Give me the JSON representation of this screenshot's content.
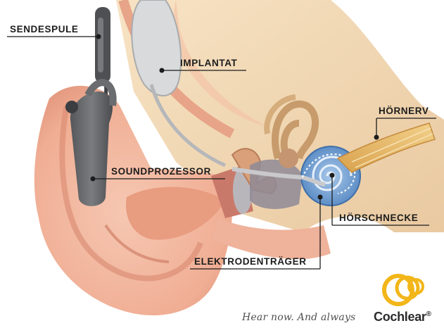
{
  "labels": {
    "sendespule": "SENDESPULE",
    "implantat": "IMPLANTAT",
    "hoernerv": "HÖRNERV",
    "soundprozessor": "SOUNDPROZESSOR",
    "hoerschnecke": "HÖRSCHNECKE",
    "elektrodentraeger": "ELEKTRODENTRÄGER"
  },
  "branding": {
    "tagline": "Hear now. And always",
    "name": "Cochlear",
    "trademark": "®"
  },
  "colors": {
    "skin": "#f2b59c",
    "skin_dark": "#d98870",
    "processor": "#6b6d70",
    "cochlea": "#6e9ed0",
    "nerve": "#e8b968",
    "logo_yellow": "#f2b619"
  }
}
